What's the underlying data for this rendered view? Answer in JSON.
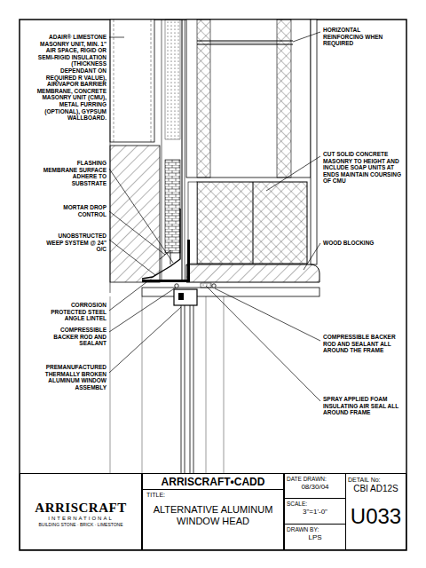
{
  "diagram": {
    "nodes": [
      {
        "text": [
          "ARRISCRAFT",
          "INTERNATIONAL",
          "BUILDING STONE · BRICK · LIMESTONE"
        ]
      },
      {
        "text": [
          "ARRISCRAFT•CADD"
        ]
      },
      {
        "text": [
          "TITLE:",
          "ALTERNATIVE ALUMINUM WINDOW HEAD"
        ]
      },
      {
        "text": [
          "DATE DRAWN:",
          "08/30/04"
        ]
      },
      {
        "text": [
          "SCALE:",
          "3\"=1'-0\""
        ]
      },
      {
        "text": [
          "DRAWN BY:",
          "LPS"
        ]
      },
      {
        "text": [
          "DETAIL No:",
          "CBI AD12S",
          "U033"
        ]
      }
    ],
    "labels": [
      "ADAIR® LIMESTONE MASONRY UNIT, MIN. 1\" AIR SPACE, RIGID OR SEMI-RIGID INSULATION (THICKNESS DEPENDANT ON REQUIRED R VALUE), AIR/VAPOR BARRIER MEMBRANE, CONCRETE MASONRY UNIT (CMU), METAL FURRING (OPTIONAL), GYPSUM WALLBOARD.",
      "FLASHING MEMBRANE SURFACE ADHERE TO SUBSTRATE",
      "MORTAR DROP CONTROL",
      "UNOBSTRUCTED WEEP SYSTEM @ 24\" O/C",
      "CORROSION PROTECTED STEEL ANGLE LINTEL",
      "COMPRESSIBLE BACKER ROD AND SEALANT",
      "PREMANUFACTURED THERMALLY BROKEN ALUMINUM WINDOW ASSEMBLY",
      "HORIZONTAL REINFORCING WHEN REQUIRED",
      "CUT SOLID CONCRETE MASONRY TO HEIGHT AND INCLUDE SOAP UNITS AT ENDS MAINTAIN COURSING OF CMU",
      "WOOD BLOCKING",
      "COMPRESSIBLE BACKER ROD AND SEALANT ALL AROUND THE FRAME",
      "SPRAY APPLIED FOAM INSULATING AIR SEAL ALL AROUND FRAME"
    ]
  }
}
